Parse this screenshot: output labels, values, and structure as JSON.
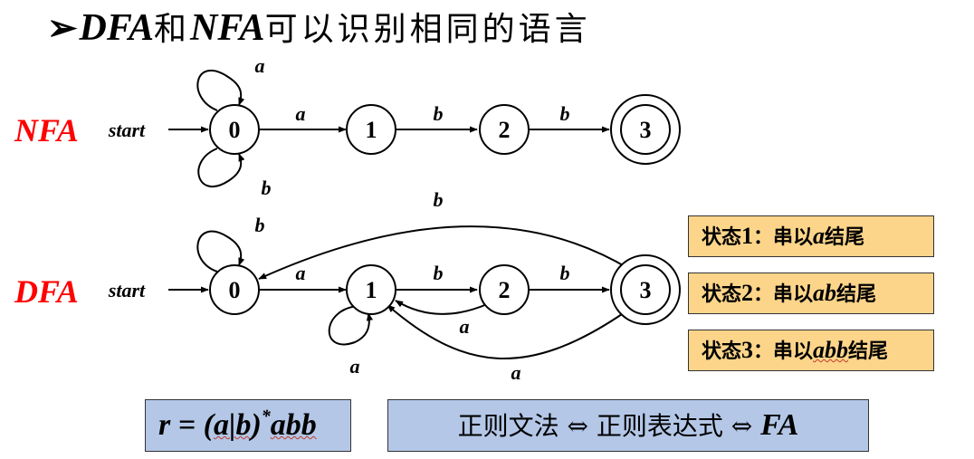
{
  "title": {
    "bullet": "➢",
    "part1": "DFA",
    "part2": "和",
    "part3": "NFA",
    "part4": "可以识别相同的语言"
  },
  "nfa": {
    "row_label": "NFA",
    "start_label": "start",
    "states": [
      "0",
      "1",
      "2",
      "3"
    ],
    "accepting_state": "3",
    "transitions": [
      {
        "from": "0",
        "to": "0",
        "label": "a"
      },
      {
        "from": "0",
        "to": "0",
        "label": "b"
      },
      {
        "from": "0",
        "to": "1",
        "label": "a"
      },
      {
        "from": "1",
        "to": "2",
        "label": "b"
      },
      {
        "from": "2",
        "to": "3",
        "label": "b"
      }
    ]
  },
  "dfa": {
    "row_label": "DFA",
    "start_label": "start",
    "states": [
      "0",
      "1",
      "2",
      "3"
    ],
    "accepting_state": "3",
    "transitions": [
      {
        "from": "0",
        "to": "0",
        "label": "b"
      },
      {
        "from": "0",
        "to": "1",
        "label": "a"
      },
      {
        "from": "1",
        "to": "1",
        "label": "a"
      },
      {
        "from": "1",
        "to": "2",
        "label": "b"
      },
      {
        "from": "2",
        "to": "1",
        "label": "a"
      },
      {
        "from": "2",
        "to": "3",
        "label": "b"
      },
      {
        "from": "3",
        "to": "0",
        "label": "b"
      },
      {
        "from": "3",
        "to": "1",
        "label": "a"
      }
    ]
  },
  "state_notes": [
    {
      "prefix": "状态",
      "num": "1",
      "mid": "：串以",
      "value": "a",
      "suffix": "结尾"
    },
    {
      "prefix": "状态",
      "num": "2",
      "mid": "：串以",
      "value": "ab",
      "suffix": "结尾"
    },
    {
      "prefix": "状态",
      "num": "3",
      "mid": "：串以",
      "value": "abb",
      "suffix": "结尾"
    }
  ],
  "regex": {
    "r": "r",
    "eq": " = (",
    "a": "a",
    "bar": "|",
    "b": "b",
    "close": ")",
    "star": "*",
    "tail": "abb"
  },
  "equivalence": {
    "part1": "正则文法 ⇔ 正则表达式 ⇔ ",
    "fa": "FA"
  },
  "colors": {
    "accent": "#ff0000",
    "note_fill": "#fdd58a",
    "box_fill": "#b4c7e7"
  }
}
